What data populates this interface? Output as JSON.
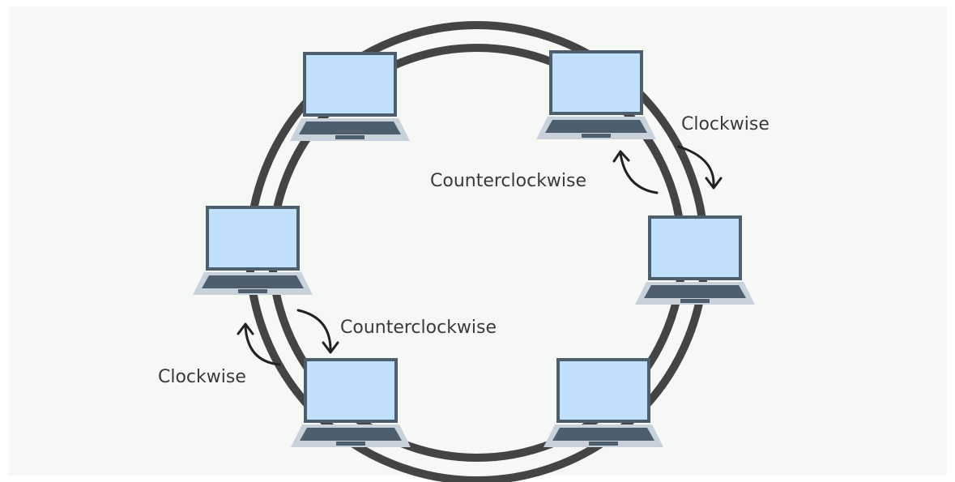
{
  "labels": {
    "top_outer": "Clockwise",
    "top_inner": "Counterclockwise",
    "bottom_inner": "Counterclockwise",
    "bottom_outer": "Clockwise"
  },
  "colors": {
    "background": "#f5f8f5",
    "ring": "#444444",
    "screen": "#c0e0fb",
    "laptop_frame": "#4d5f6d",
    "laptop_base": "#c9d2da",
    "arrow": "#222222",
    "text": "#3a3a3a"
  },
  "nodes": [
    {
      "name": "laptop-top-left"
    },
    {
      "name": "laptop-top-right"
    },
    {
      "name": "laptop-right"
    },
    {
      "name": "laptop-bottom-right"
    },
    {
      "name": "laptop-bottom-left"
    },
    {
      "name": "laptop-left"
    }
  ],
  "rings": [
    "outer-ring",
    "inner-ring"
  ]
}
